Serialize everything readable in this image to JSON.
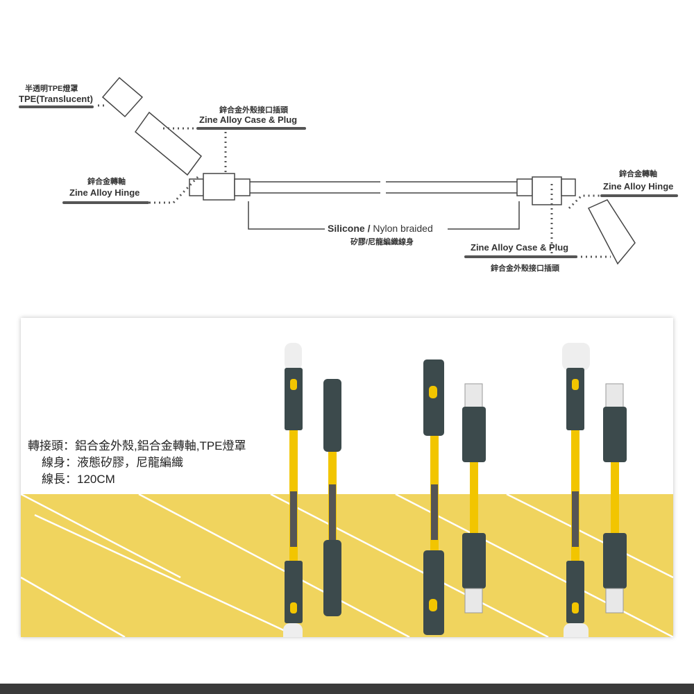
{
  "diagram": {
    "tpe_cap": {
      "zh": "半透明TPE燈罩",
      "en": "TPE(Translucent)"
    },
    "case_plug_left": {
      "zh": "鋅合金外殼接口插頭",
      "en": "Zine Alloy Case & Plug"
    },
    "hinge_left": {
      "zh": "鋅合金轉軸",
      "en": "Zine Alloy Hinge"
    },
    "cable_body": {
      "en_bold": "Silicone",
      "sep": " / ",
      "en": "Nylon braided",
      "zh": "矽膠/尼龍編織線身"
    },
    "hinge_right": {
      "zh": "鋅合金轉軸",
      "en": "Zine Alloy Hinge"
    },
    "case_plug_right": {
      "en": "Zine Alloy Case & Plug",
      "zh": "鋅合金外殼接口插頭"
    }
  },
  "specs": {
    "connector": "轉接頭：鋁合金外殼,鋁合金轉軸,TPE燈罩",
    "cable": "線身：液態矽膠，尼龍編織",
    "length": "線長：120CM"
  },
  "colors": {
    "yellow": "#f0d45e",
    "cable_yellow": "#f2c500",
    "connector": "#3c4a4c"
  }
}
